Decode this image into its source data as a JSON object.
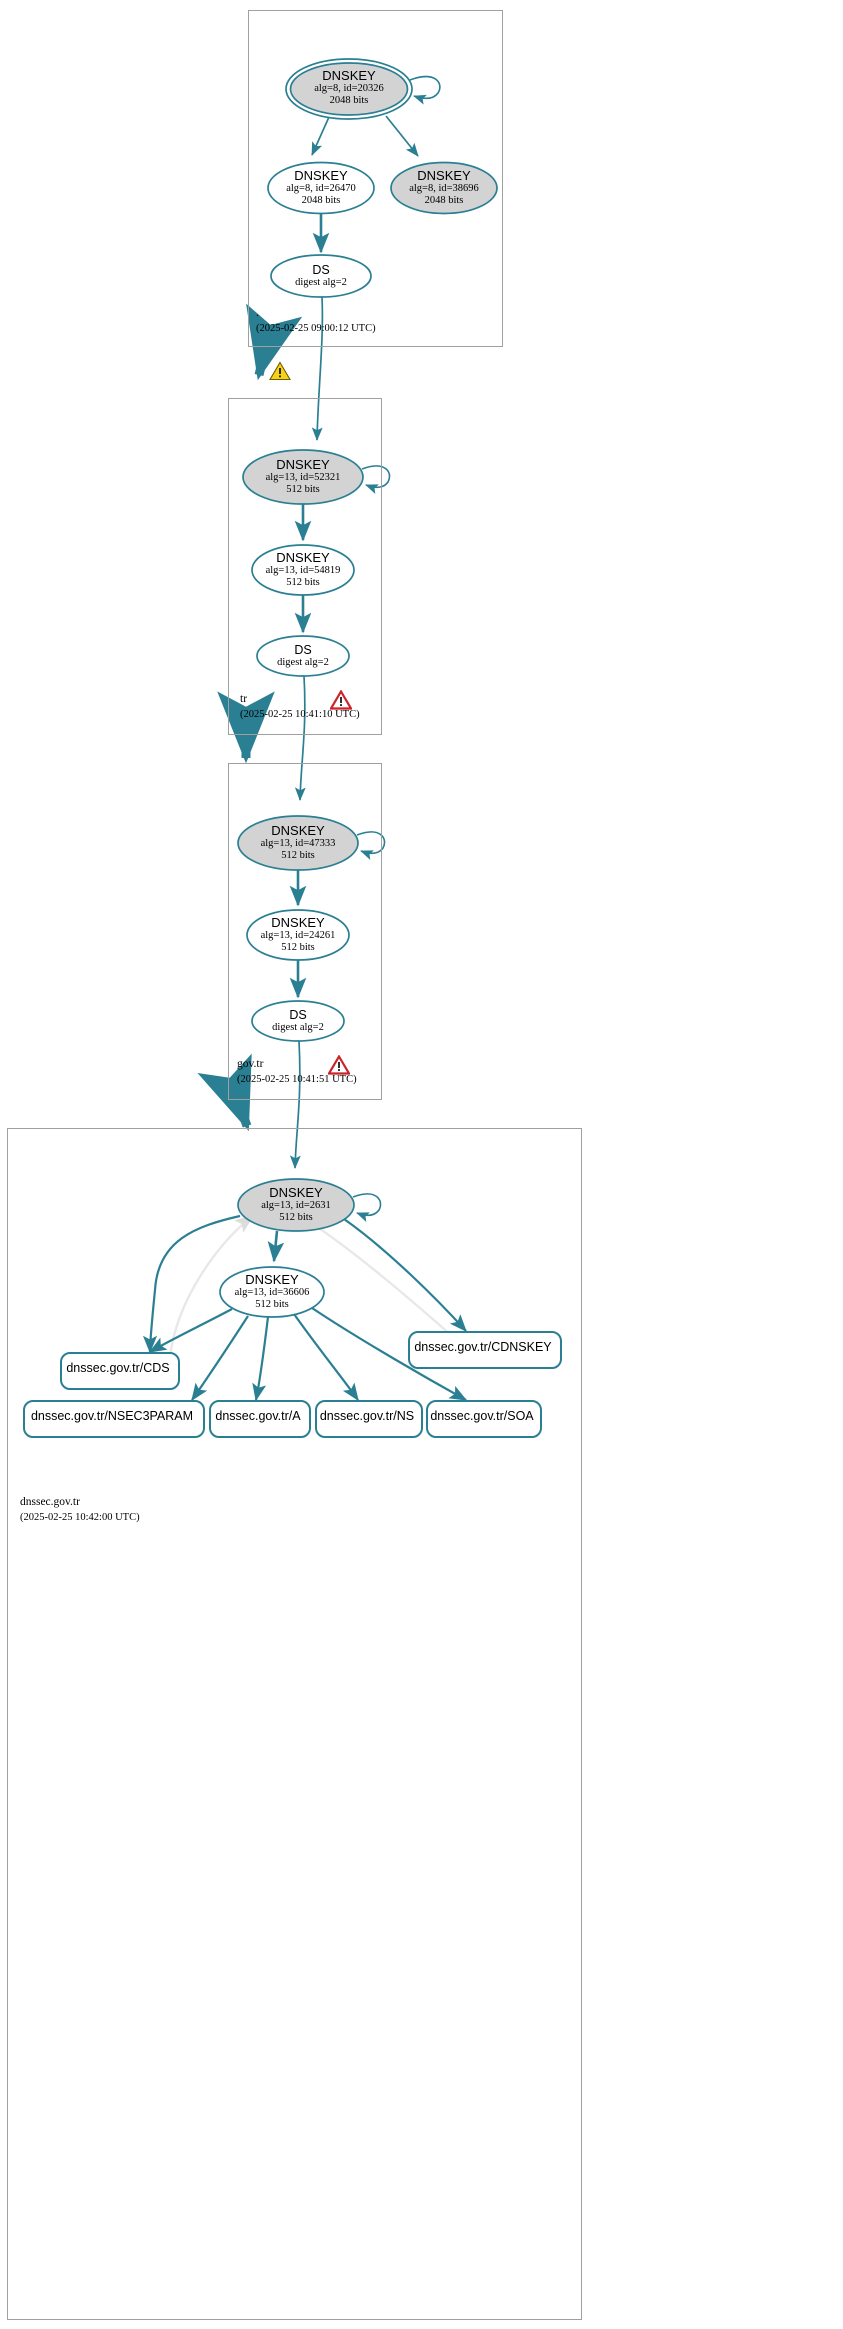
{
  "diagram": {
    "type": "dnssec-authentication-chain",
    "target": "dnssec.gov.tr",
    "colors": {
      "edge": "#2a7f93",
      "secure_fill": "#d3d3d3",
      "insecure_fill": "#ffffff",
      "cluster_border": "#a0a0a0",
      "bogus_edge": "#e5e5e5",
      "warning_yellow": "#f7d117",
      "warning_red": "#cc2229"
    }
  },
  "zones": [
    {
      "id": "root",
      "name": ".",
      "timestamp": "(2025-02-25 09:00:12 UTC)",
      "status_icon": null,
      "nodes": [
        {
          "id": "root-ksk",
          "kind": "DNSKEY",
          "title": "DNSKEY",
          "line2": "alg=8, id=20326",
          "line3": "2048 bits",
          "role": "ksk",
          "filled": true,
          "double_border": true,
          "self_signed": true
        },
        {
          "id": "root-zsk",
          "kind": "DNSKEY",
          "title": "DNSKEY",
          "line2": "alg=8, id=26470",
          "line3": "2048 bits",
          "role": "zsk",
          "filled": false,
          "double_border": false,
          "self_signed": false
        },
        {
          "id": "root-rev",
          "kind": "DNSKEY",
          "title": "DNSKEY",
          "line2": "alg=8, id=38696",
          "line3": "2048 bits",
          "role": "other",
          "filled": true,
          "double_border": false,
          "self_signed": false
        },
        {
          "id": "root-ds",
          "kind": "DS",
          "title": "DS",
          "line2": "digest alg=2",
          "line3": "",
          "role": "ds",
          "filled": false,
          "double_border": false,
          "self_signed": false
        }
      ]
    },
    {
      "id": "tr",
      "name": "tr",
      "timestamp": "(2025-02-25 10:41:10 UTC)",
      "status_icon": "warning-red-triangle-icon",
      "nodes": [
        {
          "id": "tr-ksk",
          "kind": "DNSKEY",
          "title": "DNSKEY",
          "line2": "alg=13, id=52321",
          "line3": "512 bits",
          "role": "ksk",
          "filled": true,
          "double_border": false,
          "self_signed": true
        },
        {
          "id": "tr-zsk",
          "kind": "DNSKEY",
          "title": "DNSKEY",
          "line2": "alg=13, id=54819",
          "line3": "512 bits",
          "role": "zsk",
          "filled": false,
          "double_border": false,
          "self_signed": false
        },
        {
          "id": "tr-ds",
          "kind": "DS",
          "title": "DS",
          "line2": "digest alg=2",
          "line3": "",
          "role": "ds",
          "filled": false,
          "double_border": false,
          "self_signed": false
        }
      ]
    },
    {
      "id": "govtr",
      "name": "gov.tr",
      "timestamp": "(2025-02-25 10:41:51 UTC)",
      "status_icon": "warning-red-triangle-icon",
      "nodes": [
        {
          "id": "govtr-ksk",
          "kind": "DNSKEY",
          "title": "DNSKEY",
          "line2": "alg=13, id=47333",
          "line3": "512 bits",
          "role": "ksk",
          "filled": true,
          "double_border": false,
          "self_signed": true
        },
        {
          "id": "govtr-zsk",
          "kind": "DNSKEY",
          "title": "DNSKEY",
          "line2": "alg=13, id=24261",
          "line3": "512 bits",
          "role": "zsk",
          "filled": false,
          "double_border": false,
          "self_signed": false
        },
        {
          "id": "govtr-ds",
          "kind": "DS",
          "title": "DS",
          "line2": "digest alg=2",
          "line3": "",
          "role": "ds",
          "filled": false,
          "double_border": false,
          "self_signed": false
        }
      ]
    },
    {
      "id": "dnssecgovtr",
      "name": "dnssec.gov.tr",
      "timestamp": "(2025-02-25 10:42:00 UTC)",
      "status_icon": null,
      "nodes": [
        {
          "id": "d-ksk",
          "kind": "DNSKEY",
          "title": "DNSKEY",
          "line2": "alg=13, id=2631",
          "line3": "512 bits",
          "role": "ksk",
          "filled": true,
          "double_border": false,
          "self_signed": true
        },
        {
          "id": "d-zsk",
          "kind": "DNSKEY",
          "title": "DNSKEY",
          "line2": "alg=13, id=36606",
          "line3": "512 bits",
          "role": "zsk",
          "filled": false,
          "double_border": false,
          "self_signed": false
        }
      ],
      "rrsets": [
        {
          "id": "rr-cds",
          "label": "dnssec.gov.tr/CDS"
        },
        {
          "id": "rr-nsec3param",
          "label": "dnssec.gov.tr/NSEC3PARAM"
        },
        {
          "id": "rr-a",
          "label": "dnssec.gov.tr/A"
        },
        {
          "id": "rr-ns",
          "label": "dnssec.gov.tr/NS"
        },
        {
          "id": "rr-soa",
          "label": "dnssec.gov.tr/SOA"
        },
        {
          "id": "rr-cdnskey",
          "label": "dnssec.gov.tr/CDNSKEY"
        }
      ]
    }
  ],
  "delegation_warnings": [
    {
      "id": "warn-root-tr",
      "icon": "warning-yellow-triangle-icon",
      "between": ". -> tr"
    }
  ]
}
